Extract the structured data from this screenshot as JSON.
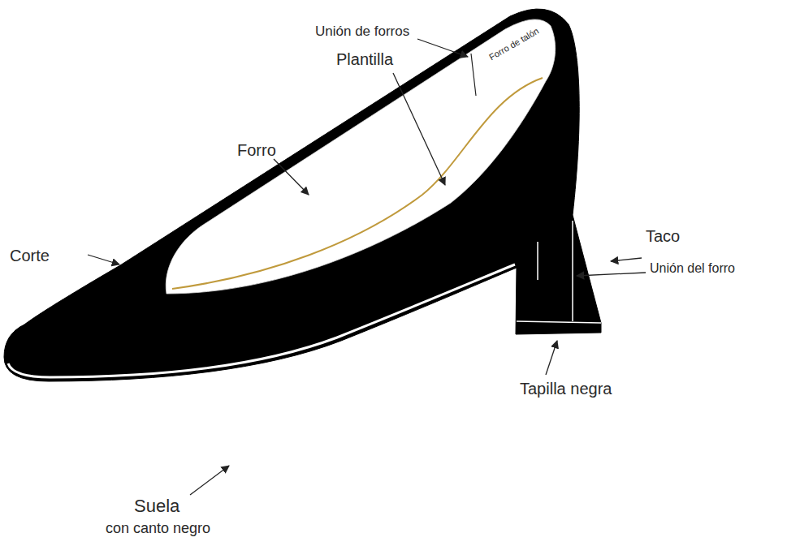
{
  "diagram": {
    "labels": [
      "Unión de forros",
      "Forro de talón",
      "Plantilla",
      "Forro",
      "Corte",
      "Taco",
      "Unión del forro",
      "Tapilla negra",
      "Suela",
      "con canto negro"
    ]
  }
}
